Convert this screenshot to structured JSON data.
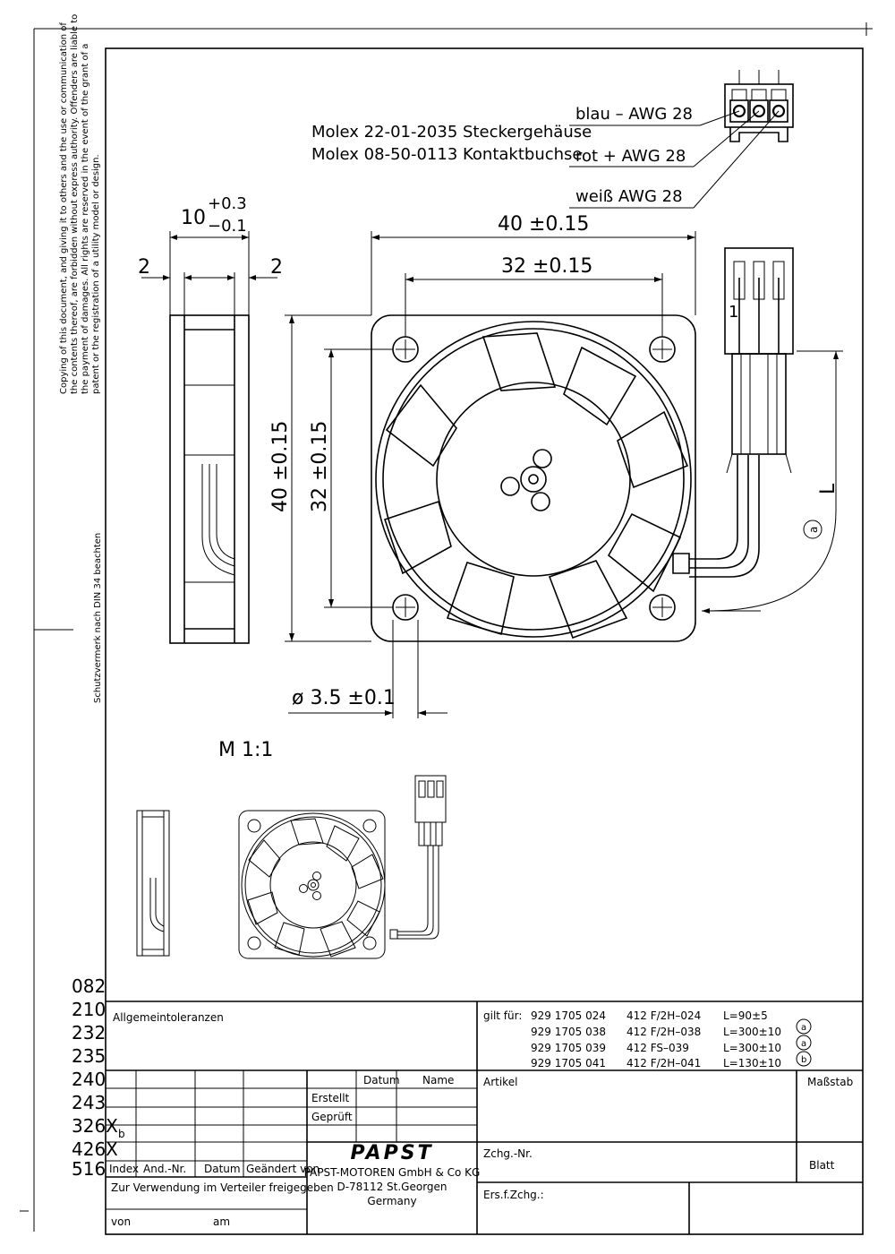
{
  "copyright": {
    "line1": "Copying of this document, and giving it to others and the use or communication of",
    "line2": "the contents thereof, are forbidden without express authority. Offenders are liable to",
    "line3": "the payment of damages. All rights are reserved in the event of the grant of a",
    "line4": "patent or the registration of a utility model or design."
  },
  "protection_note": "Schutzvermerk nach DIN 34 beachten",
  "connector": {
    "housing": "Molex 22-01-2035 Steckergehäuse",
    "contact": "Molex 08-50-0113 Kontaktbuchse",
    "wire_blue": "blau  –   AWG 28",
    "wire_red": "rot  +   AWG 28",
    "wire_white": "weiß AWG 28",
    "pin1": "1"
  },
  "dimensions": {
    "side_width": "10",
    "tol_plus": "+0.3",
    "tol_minus": "−0.1",
    "side_left": "2",
    "side_right": "2",
    "outer_width": "40 ±0.15",
    "hole_spacing": "32 ±0.15",
    "outer_height": "40 ±0.15",
    "hole_spacing_v": "32 ±0.15",
    "hole_dia": "ø 3.5 ±0.1",
    "cable_length": "L",
    "note_a": "a"
  },
  "scale": "M  1:1",
  "revision_numbers": [
    "082",
    "210",
    "232",
    "235",
    "240",
    "243",
    "326X",
    "426X",
    "516"
  ],
  "title_block": {
    "general_tolerances": "Allgemeintoleranzen",
    "valid_for": "gilt  für:",
    "variants": [
      {
        "nr": "929   1705  024",
        "type": "412  F/2H–024",
        "length": "L=90±5",
        "note": ""
      },
      {
        "nr": "929   1705  038",
        "type": "412  F/2H–038",
        "length": "L=300±10",
        "note": "a"
      },
      {
        "nr": "929   1705  039",
        "type": "412  FS–039",
        "length": "L=300±10",
        "note": "a"
      },
      {
        "nr": "929   1705  041",
        "type": "412  F/2H–041",
        "length": "L=130±10",
        "note": "b"
      }
    ],
    "datum": "Datum",
    "name": "Name",
    "created": "Erstellt",
    "checked": "Geprüft",
    "article": "Artikel",
    "scale_label": "Maßstab",
    "rev_b": "b",
    "index": "Index",
    "change_no": "And.-Nr.",
    "date": "Datum",
    "changed_by": "Geändert von",
    "logo": "PAPST",
    "company": "PAPST-MOTOREN GmbH & Co KG",
    "address": "D-78112 St.Georgen",
    "country": "Germany",
    "drawing_no": "Zchg.-Nr.",
    "sheet": "Blatt",
    "release": "Zur Verwendung im Verteiler freigegeben",
    "von": "von",
    "am": "am",
    "replaces": "Ers.f.Zchg.:"
  }
}
